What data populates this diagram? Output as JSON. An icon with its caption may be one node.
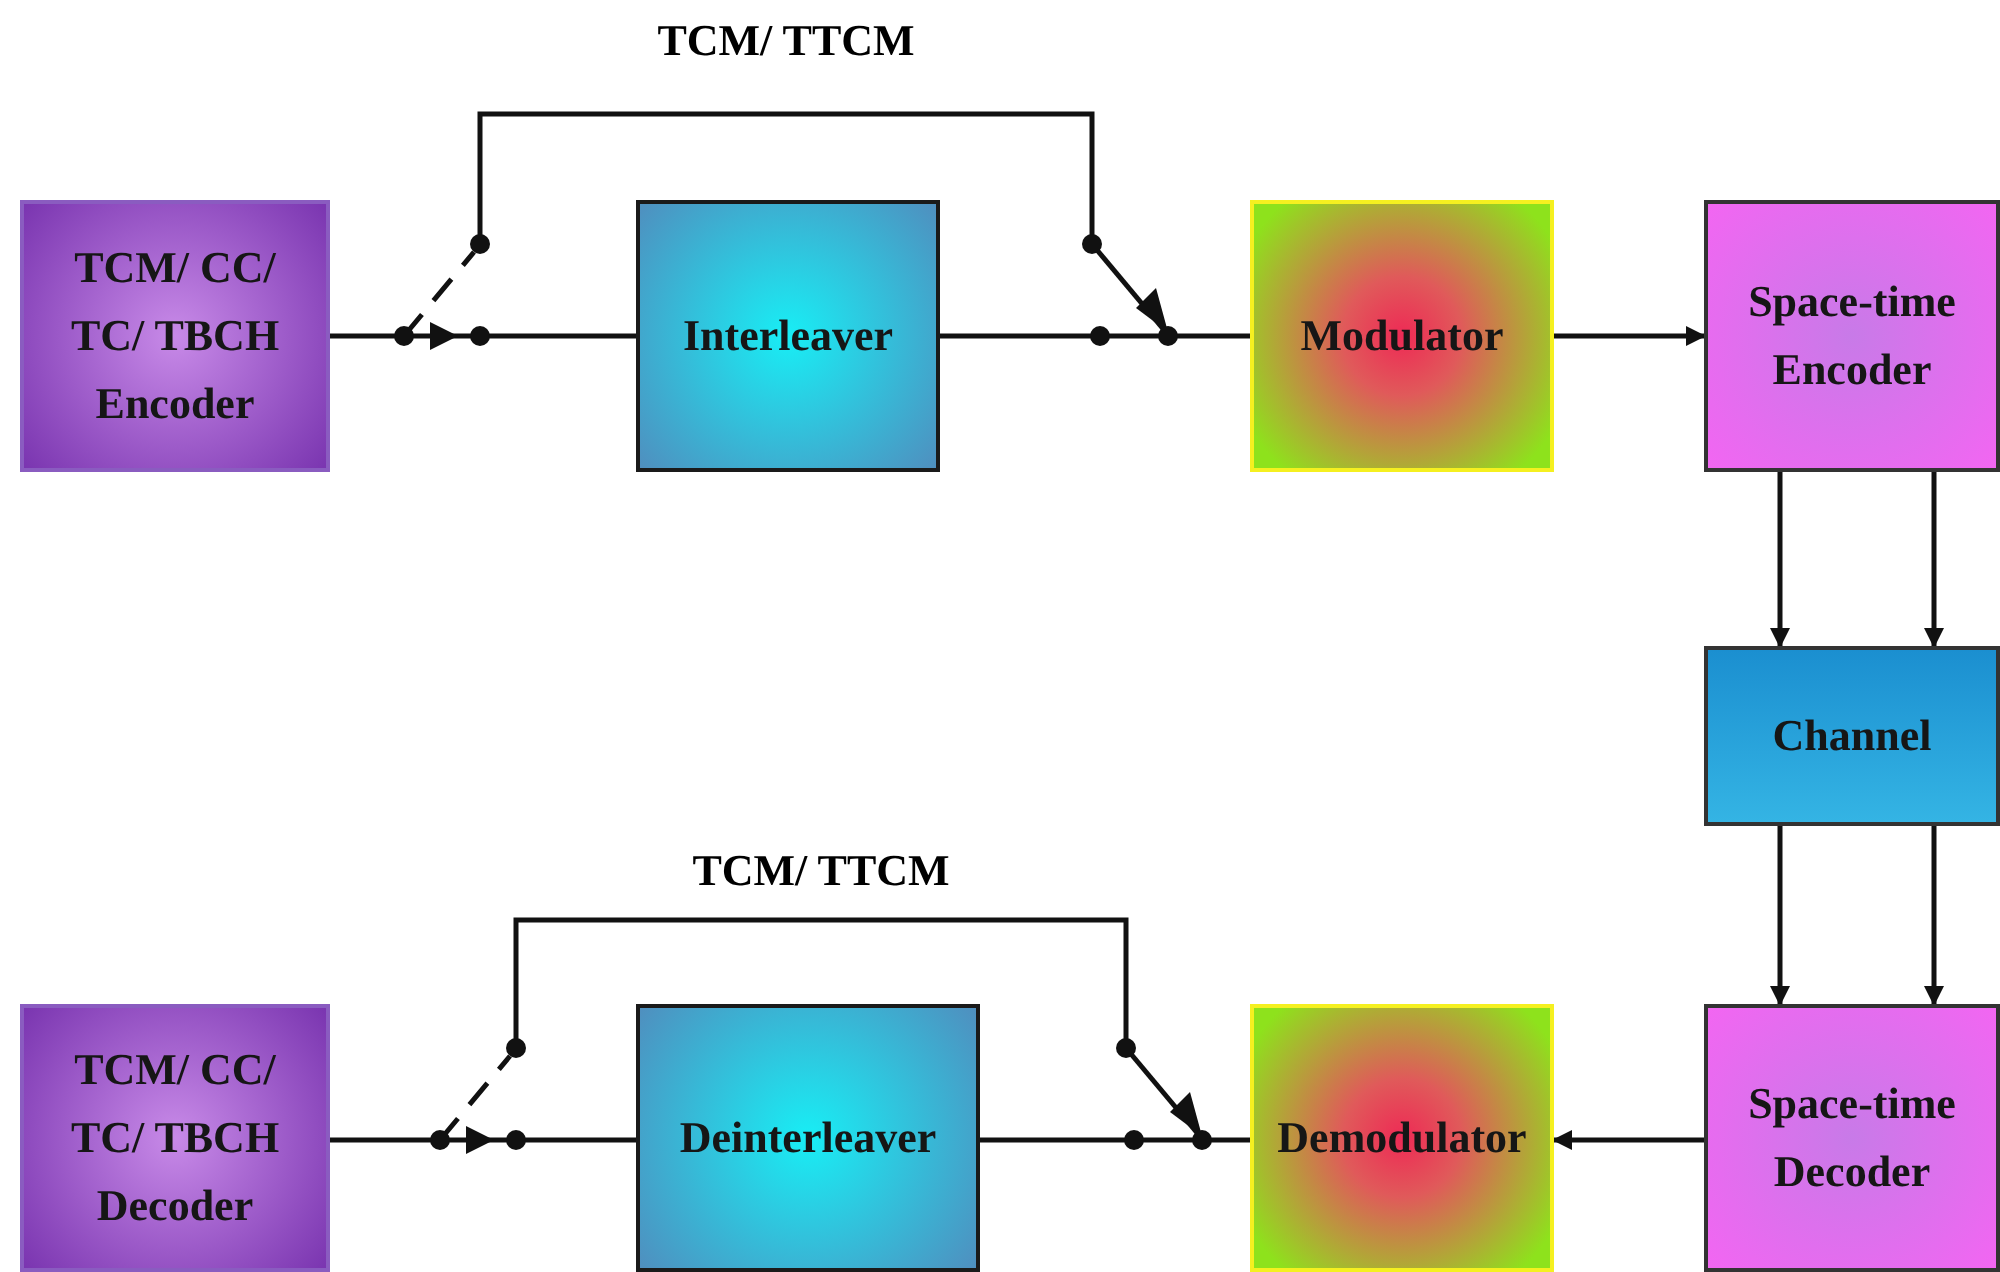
{
  "diagram": {
    "nodes": [
      {
        "text": [
          "TCM/ CC/ TC/ TBCH Encoder"
        ]
      },
      {
        "text": [],
        "shape": "switch"
      },
      {
        "text": [
          "Interleaver"
        ]
      },
      {
        "text": [],
        "shape": "switch"
      },
      {
        "text": [
          "Modulator"
        ]
      },
      {
        "text": [
          "Space-time Encoder"
        ]
      },
      {
        "text": [
          "Channel"
        ]
      },
      {
        "text": [
          "Space-time Decoder"
        ]
      },
      {
        "text": [
          "Demodulator"
        ]
      },
      {
        "text": [],
        "shape": "switch"
      },
      {
        "text": [
          "Deinterleaver"
        ]
      },
      {
        "text": [],
        "shape": "switch"
      },
      {
        "text": [
          "TCM/ CC/ TC/ TBCH Decoder"
        ]
      }
    ],
    "edges": [
      {
        "from": 0,
        "to": 1,
        "arrow": "none"
      },
      {
        "from": 1,
        "to": 2,
        "arrow": "none"
      },
      {
        "from": 1,
        "to": 3,
        "arrow": "none",
        "label": "TCM/ TTCM"
      },
      {
        "from": 2,
        "to": 3,
        "arrow": "none"
      },
      {
        "from": 3,
        "to": 4,
        "arrow": "none"
      },
      {
        "from": 4,
        "to": 5,
        "arrow": "to"
      },
      {
        "from": 5,
        "to": 6,
        "arrow": "to"
      },
      {
        "from": 5,
        "to": 6,
        "arrow": "to"
      },
      {
        "from": 6,
        "to": 7,
        "arrow": "to"
      },
      {
        "from": 6,
        "to": 7,
        "arrow": "to"
      },
      {
        "from": 7,
        "to": 8,
        "arrow": "to"
      },
      {
        "from": 8,
        "to": 9,
        "arrow": "none"
      },
      {
        "from": 9,
        "to": 11,
        "arrow": "none",
        "label": "TCM/ TTCM"
      },
      {
        "from": 9,
        "to": 10,
        "arrow": "none"
      },
      {
        "from": 10,
        "to": 11,
        "arrow": "none"
      },
      {
        "from": 11,
        "to": 12,
        "arrow": "none"
      }
    ]
  }
}
